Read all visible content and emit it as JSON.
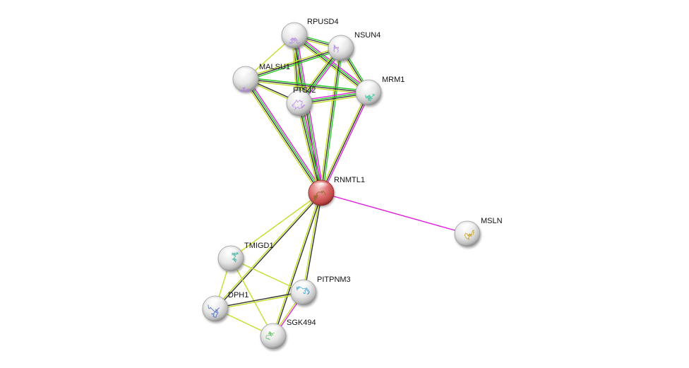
{
  "title": "RNMTL1 protein interaction network",
  "edge_colors": {
    "textmining": "#c6dd2a",
    "coexpression": "#333333",
    "experiments": "#dd22dd",
    "database": "#22cc22",
    "neighborhood": "#22cc22"
  },
  "nodes": [
    {
      "id": "RPUSD4",
      "label": "RPUSD4",
      "query": false,
      "color": "#e0e0e0",
      "structure": "#b388e0"
    },
    {
      "id": "NSUN4",
      "label": "NSUN4",
      "query": false,
      "color": "#e0e0e0",
      "structure": "#b388e0"
    },
    {
      "id": "MALSU1",
      "label": "MALSU1",
      "query": false,
      "color": "#e0e0e0",
      "structure": "#b388e0"
    },
    {
      "id": "FTSJ2",
      "label": "FTSJ2",
      "query": false,
      "color": "#e0e0e0",
      "structure": "#b388e0"
    },
    {
      "id": "MRM1",
      "label": "MRM1",
      "query": false,
      "color": "#e0e0e0",
      "structure": "#3cc6a0"
    },
    {
      "id": "RNMTL1",
      "label": "RNMTL1",
      "query": true,
      "color": "#d85a5a",
      "structure": "#8a6a20"
    },
    {
      "id": "MSLN",
      "label": "MSLN",
      "query": false,
      "color": "#e0e0e0",
      "structure": "#c8a020"
    },
    {
      "id": "TMIGD1",
      "label": "TMIGD1",
      "query": false,
      "color": "#e0e0e0",
      "structure": "#40b0a0"
    },
    {
      "id": "PITPNM3",
      "label": "PITPNM3",
      "query": false,
      "color": "#e0e0e0",
      "structure": "#40a0d0"
    },
    {
      "id": "DPH1",
      "label": "DPH1",
      "query": false,
      "color": "#e0e0e0",
      "structure": "#4060c0"
    },
    {
      "id": "SGK494",
      "label": "SGK494",
      "query": false,
      "color": "#e0e0e0",
      "structure": "#60c060"
    }
  ],
  "edges": [
    {
      "source": "RPUSD4",
      "target": "NSUN4",
      "types": [
        "database",
        "coexpression",
        "textmining"
      ]
    },
    {
      "source": "RPUSD4",
      "target": "FTSJ2",
      "types": [
        "experiments",
        "database",
        "coexpression",
        "textmining"
      ]
    },
    {
      "source": "RPUSD4",
      "target": "MRM1",
      "types": [
        "experiments",
        "database",
        "coexpression",
        "textmining"
      ]
    },
    {
      "source": "RPUSD4",
      "target": "RNMTL1",
      "types": [
        "experiments",
        "database",
        "coexpression",
        "textmining"
      ]
    },
    {
      "source": "RPUSD4",
      "target": "MALSU1",
      "types": [
        "textmining"
      ]
    },
    {
      "source": "NSUN4",
      "target": "MALSU1",
      "types": [
        "database",
        "coexpression",
        "textmining"
      ]
    },
    {
      "source": "NSUN4",
      "target": "FTSJ2",
      "types": [
        "experiments",
        "database",
        "coexpression",
        "textmining"
      ]
    },
    {
      "source": "NSUN4",
      "target": "MRM1",
      "types": [
        "database",
        "coexpression",
        "textmining"
      ]
    },
    {
      "source": "NSUN4",
      "target": "RNMTL1",
      "types": [
        "database",
        "coexpression",
        "textmining"
      ]
    },
    {
      "source": "MALSU1",
      "target": "FTSJ2",
      "types": [
        "coexpression",
        "textmining"
      ]
    },
    {
      "source": "MALSU1",
      "target": "MRM1",
      "types": [
        "database",
        "coexpression",
        "textmining"
      ]
    },
    {
      "source": "MALSU1",
      "target": "RNMTL1",
      "types": [
        "experiments",
        "database",
        "coexpression",
        "textmining"
      ]
    },
    {
      "source": "FTSJ2",
      "target": "MRM1",
      "types": [
        "experiments",
        "database",
        "coexpression",
        "textmining"
      ]
    },
    {
      "source": "FTSJ2",
      "target": "RNMTL1",
      "types": [
        "experiments",
        "database",
        "coexpression",
        "textmining"
      ]
    },
    {
      "source": "MRM1",
      "target": "RNMTL1",
      "types": [
        "experiments",
        "coexpression",
        "textmining"
      ]
    },
    {
      "source": "RNMTL1",
      "target": "MSLN",
      "types": [
        "experiments"
      ]
    },
    {
      "source": "RNMTL1",
      "target": "TMIGD1",
      "types": [
        "textmining"
      ]
    },
    {
      "source": "RNMTL1",
      "target": "DPH1",
      "types": [
        "coexpression",
        "textmining"
      ]
    },
    {
      "source": "RNMTL1",
      "target": "PITPNM3",
      "types": [
        "coexpression",
        "textmining"
      ]
    },
    {
      "source": "RNMTL1",
      "target": "SGK494",
      "types": [
        "coexpression",
        "textmining"
      ]
    },
    {
      "source": "TMIGD1",
      "target": "DPH1",
      "types": [
        "textmining"
      ]
    },
    {
      "source": "TMIGD1",
      "target": "PITPNM3",
      "types": [
        "textmining"
      ]
    },
    {
      "source": "TMIGD1",
      "target": "SGK494",
      "types": [
        "textmining"
      ]
    },
    {
      "source": "DPH1",
      "target": "PITPNM3",
      "types": [
        "coexpression",
        "textmining"
      ]
    },
    {
      "source": "DPH1",
      "target": "SGK494",
      "types": [
        "textmining"
      ]
    },
    {
      "source": "PITPNM3",
      "target": "SGK494",
      "types": [
        "experiments",
        "textmining"
      ]
    }
  ]
}
